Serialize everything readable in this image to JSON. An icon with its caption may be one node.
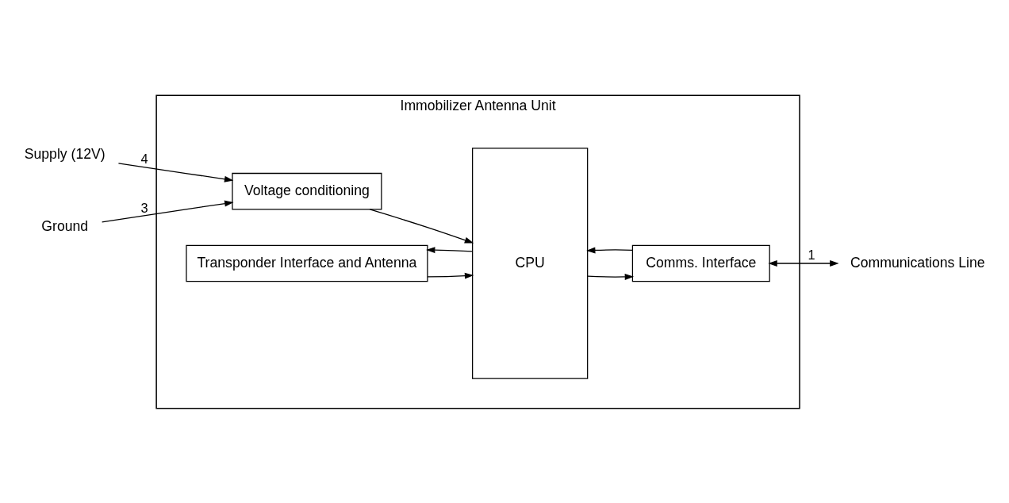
{
  "diagram": {
    "nodes": [
      {
        "text": [
          "Immobilizer Antenna Unit"
        ]
      },
      {
        "text": [
          "Voltage conditioning"
        ],
        "in": 0
      },
      {
        "text": [
          "CPU"
        ],
        "in": 0
      },
      {
        "text": [
          "Transponder Interface and Antenna"
        ],
        "in": 0
      },
      {
        "text": [
          "Comms. Interface"
        ],
        "in": 0
      },
      {
        "text": [
          "Supply (12V)"
        ]
      },
      {
        "text": [
          "Ground"
        ]
      },
      {
        "text": [
          "Communications Line"
        ]
      }
    ],
    "edges": [
      {
        "from": 5,
        "to": 1,
        "arrow": "to",
        "label": "4"
      },
      {
        "from": 6,
        "to": 1,
        "arrow": "to",
        "label": "3"
      },
      {
        "from": 1,
        "to": 2,
        "arrow": "to"
      },
      {
        "from": 3,
        "to": 2,
        "arrow": "to"
      },
      {
        "from": 2,
        "to": 3,
        "arrow": "to"
      },
      {
        "from": 2,
        "to": 4,
        "arrow": "to"
      },
      {
        "from": 4,
        "to": 2,
        "arrow": "to"
      },
      {
        "from": 4,
        "to": 7,
        "arrow": "both",
        "label": "1"
      }
    ]
  }
}
